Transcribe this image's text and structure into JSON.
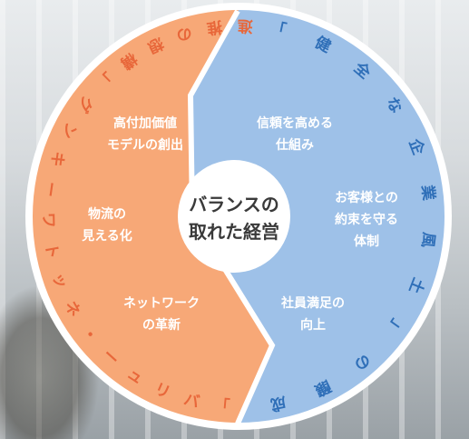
{
  "center": {
    "line1": "バランスの",
    "line2": "取れた経営"
  },
  "left_segments": [
    {
      "line1": "高付加価値",
      "line2": "モデルの創出"
    },
    {
      "line1": "物流の",
      "line2": "見える化"
    },
    {
      "line1": "ネットワーク",
      "line2": "の革新"
    }
  ],
  "right_segments": [
    {
      "line1": "信頼を高める",
      "line2": "仕組み"
    },
    {
      "line1": "お客様との",
      "line2": "約束を守る",
      "line3": "体制"
    },
    {
      "line1": "社員満足の",
      "line2": "向上"
    }
  ],
  "left_arc_text": "「バリュー・ネットワーキング」構想の推進",
  "right_arc_text": "「健全な企業風土」の醸成",
  "colors": {
    "left_fill": "#f7a877",
    "right_fill": "#9ec1e8",
    "left_text": "#e8673a",
    "right_text": "#2f6fb8"
  }
}
